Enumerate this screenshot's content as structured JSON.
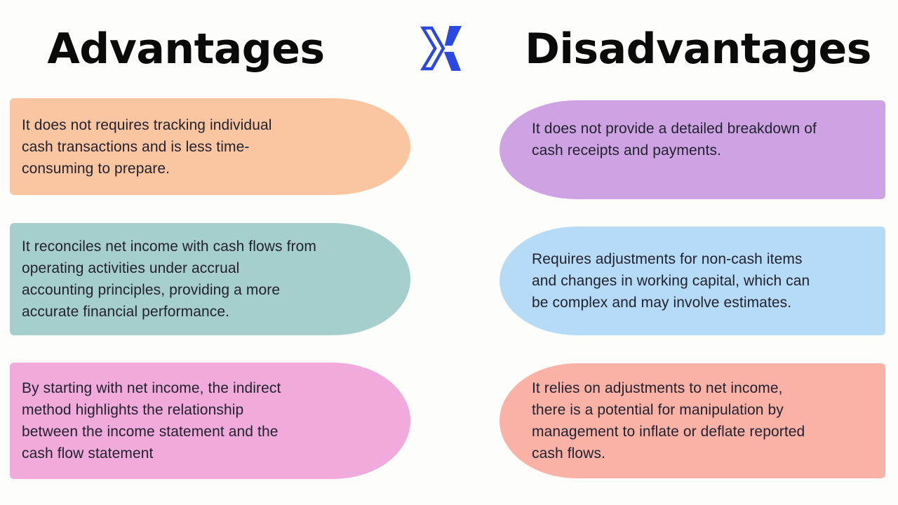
{
  "page": {
    "background": "#FDFDFB",
    "text_color": "#22222F"
  },
  "header": {
    "left_title": "Advantages",
    "right_title": "Disadvantages",
    "logo": {
      "icon": "x-logo",
      "color": "#2B48E0"
    }
  },
  "advantages": {
    "items": [
      {
        "color": "#FAC6A1",
        "lines": [
          "It does not requires tracking individual",
          "cash transactions and is less time-",
          "consuming to prepare."
        ],
        "text": "It does not requires tracking individual cash transactions and is less time-consuming to prepare."
      },
      {
        "color": "#A5CECD",
        "lines": [
          "It reconciles net income with cash flows from",
          "operating activities under accrual",
          "accounting principles, providing a more",
          "accurate financial performance."
        ],
        "text": "It reconciles net income with cash flows from operating activities under accrual accounting principles, providing a more accurate financial performance."
      },
      {
        "color": "#F0AADC",
        "lines": [
          "By starting with net income, the indirect",
          "method highlights the relationship",
          "between the income statement and the",
          "cash flow statement"
        ],
        "text": "By starting with net income, the indirect method highlights the relationship between the income statement and the cash flow statement"
      }
    ]
  },
  "disadvantages": {
    "items": [
      {
        "color": "#CEA3E4",
        "lines": [
          "It does not provide a detailed breakdown of",
          "cash receipts and payments."
        ],
        "text": "It does not provide a detailed breakdown of cash receipts and payments."
      },
      {
        "color": "#B5DBF7",
        "lines": [
          "Requires adjustments for non-cash items",
          "and changes in working capital, which can",
          "be complex and may involve estimates."
        ],
        "text": "Requires adjustments for non-cash items and changes in working capital, which can be complex and may involve estimates."
      },
      {
        "color": "#FAB1A6",
        "lines": [
          "It relies on adjustments to net income,",
          "there is a potential for manipulation by",
          "management to inflate or deflate reported",
          "cash flows."
        ],
        "text": "It relies on adjustments to net income, there is a potential for manipulation by management to inflate or deflate reported cash flows."
      }
    ]
  }
}
